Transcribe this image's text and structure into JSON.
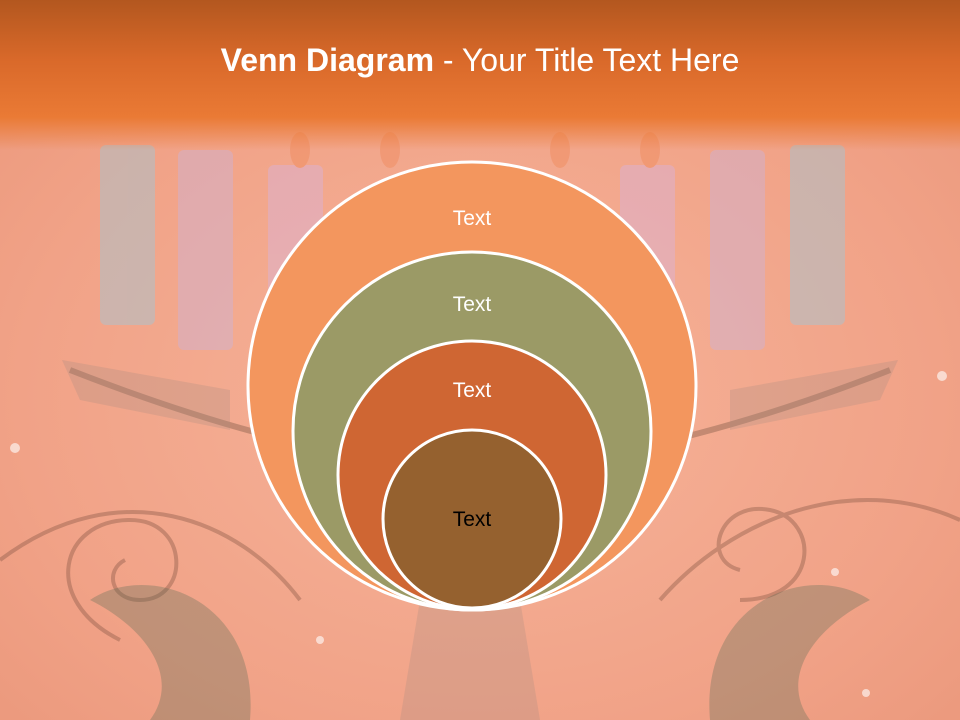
{
  "slide": {
    "title_bold": "Venn Diagram",
    "title_rest": " - Your Title Text Here"
  },
  "diagram": {
    "type": "nested-circles",
    "circles": [
      {
        "label": "Text",
        "fill": "#f3965e",
        "text_color": "#ffffff"
      },
      {
        "label": "Text",
        "fill": "#9b9a66",
        "text_color": "#ffffff"
      },
      {
        "label": "Text",
        "fill": "#cf6633",
        "text_color": "#ffffff"
      },
      {
        "label": "Text",
        "fill": "#95612f",
        "text_color": "#000000"
      }
    ]
  },
  "colors": {
    "title_band": "#e27230",
    "background": "#f0a58a",
    "circle_outline": "#ffffff"
  }
}
